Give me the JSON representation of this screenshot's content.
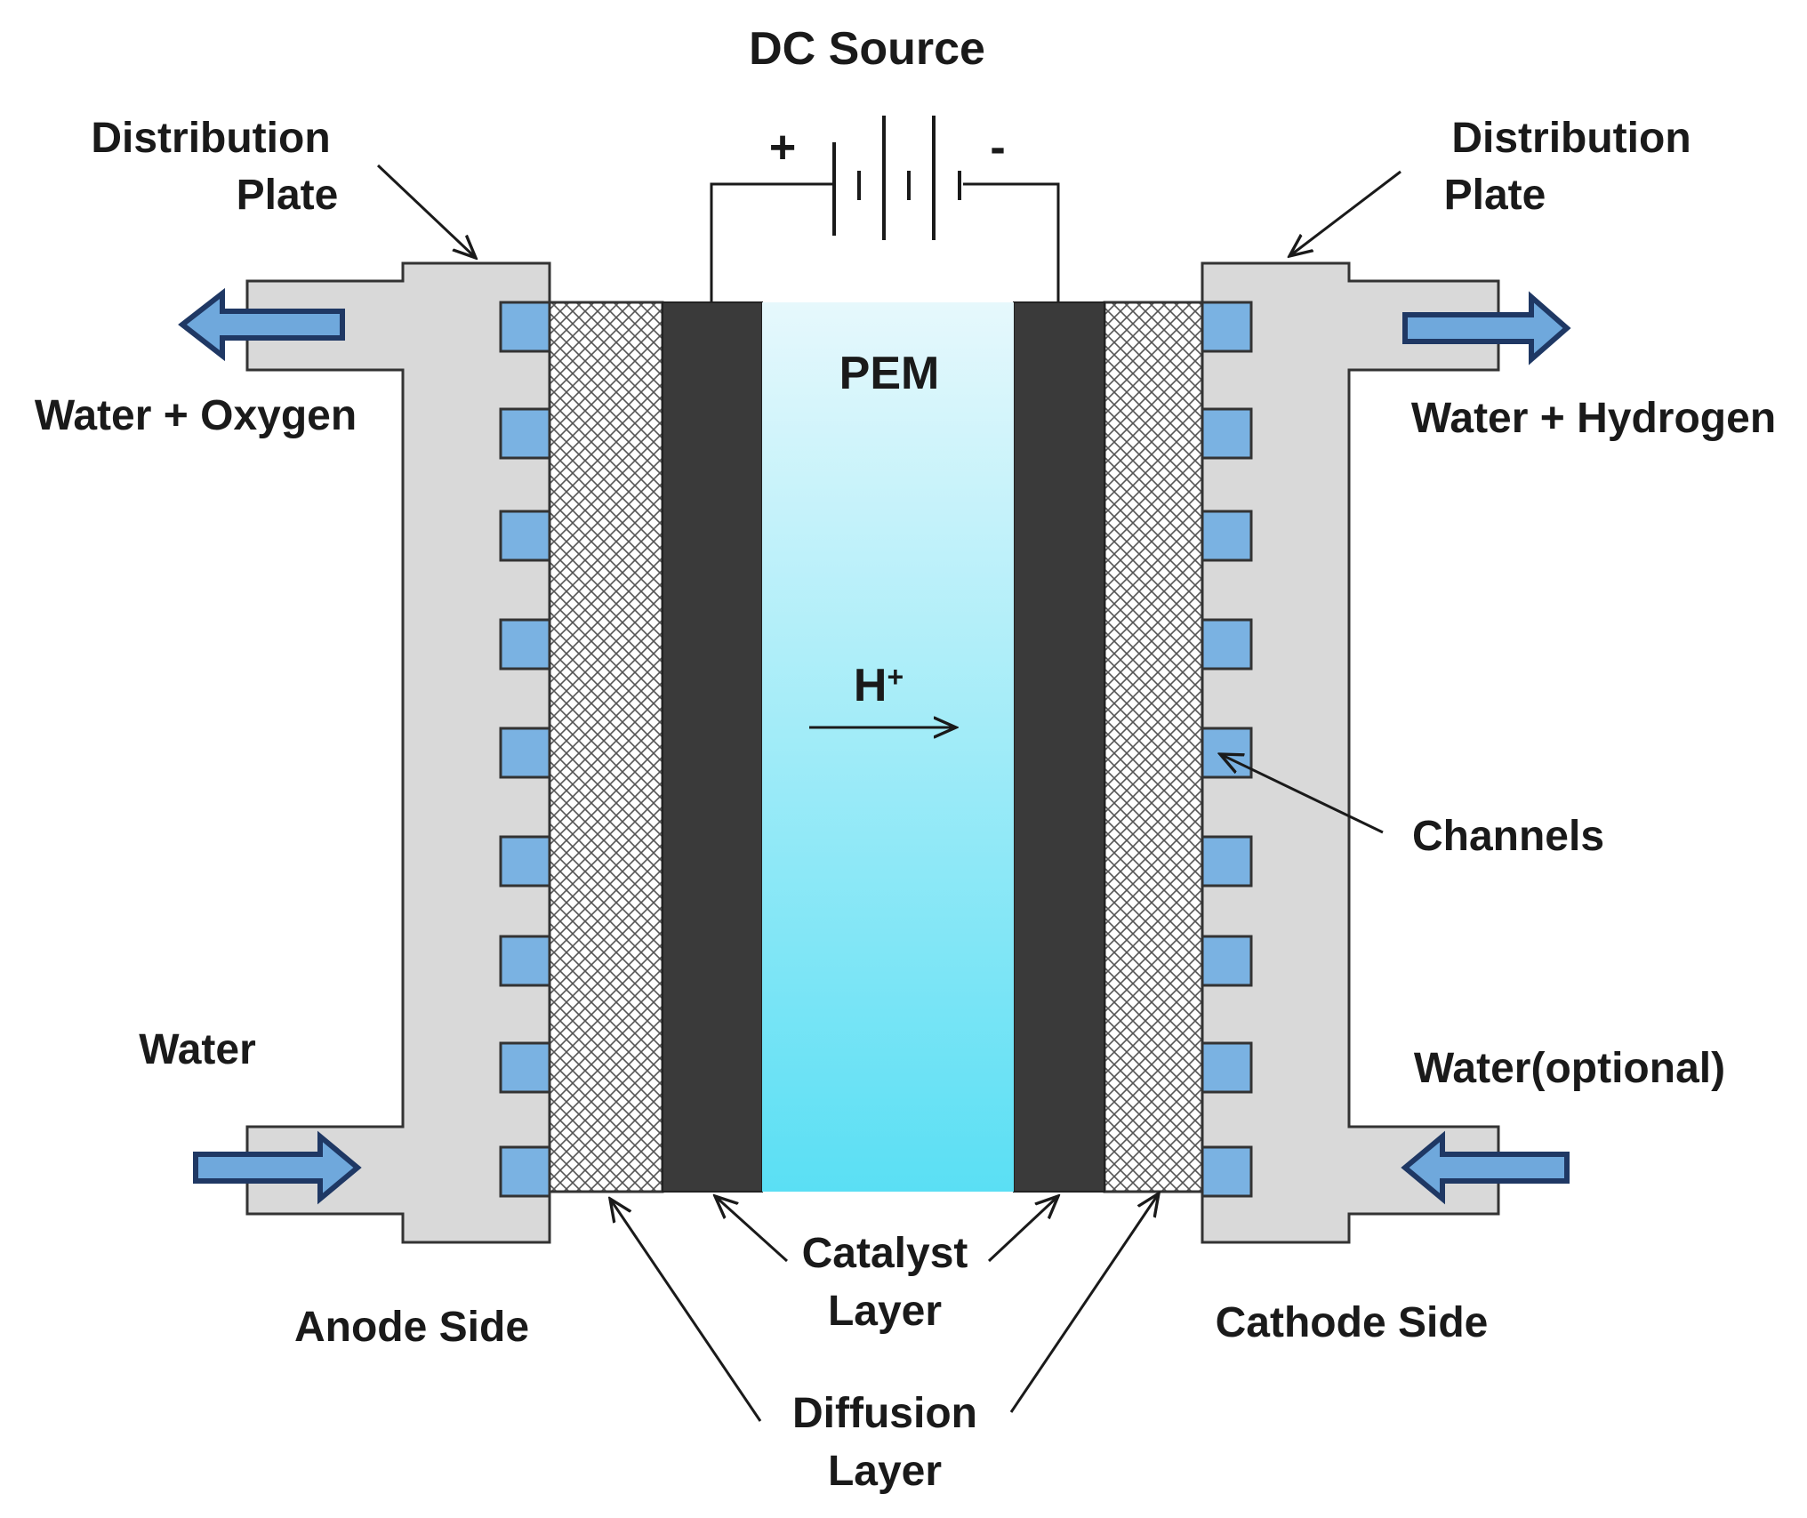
{
  "source": {
    "title": "DC Source",
    "positive": "+",
    "negative": "-"
  },
  "membrane": {
    "label": "PEM",
    "ion": "H",
    "ion_charge": "+"
  },
  "anode": {
    "plate_line1": "Distribution",
    "plate_line2": "Plate",
    "outlet": "Water + Oxygen",
    "inlet": "Water",
    "side": "Anode Side"
  },
  "cathode": {
    "plate_line1": "Distribution",
    "plate_line2": "Plate",
    "outlet": "Water + Hydrogen",
    "inlet": "Water(optional)",
    "side": "Cathode Side",
    "channels": "Channels"
  },
  "layers": {
    "catalyst_line1": "Catalyst",
    "catalyst_line2": "Layer",
    "diffusion_line1": "Diffusion",
    "diffusion_line2": "Layer"
  },
  "colors": {
    "plate": "#d9d9d9",
    "channel": "#7ab2e2",
    "catalyst": "#3a3a3a",
    "membrane_top": "#e6f8fc",
    "membrane_bottom": "#5adff4",
    "flow_arrow": "#6fa8dc",
    "flow_arrow_outline": "#1f3864"
  }
}
